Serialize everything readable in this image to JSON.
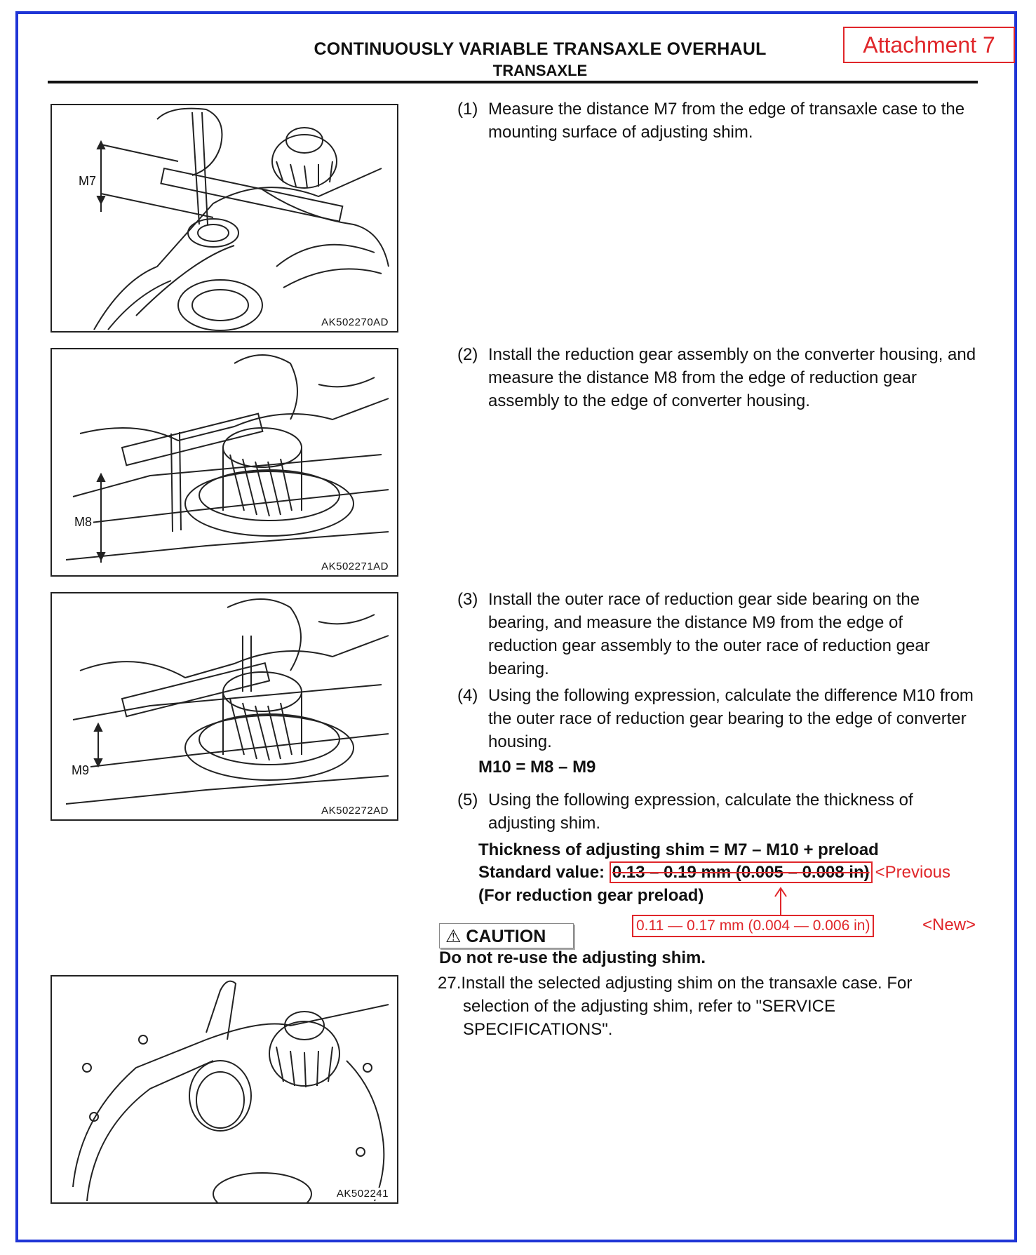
{
  "header": {
    "title": "CONTINUOUSLY VARIABLE TRANSAXLE OVERHAUL",
    "subtitle": "TRANSAXLE",
    "attachment": "Attachment 7"
  },
  "figures": [
    {
      "id": "AK502270AD",
      "label": "M7"
    },
    {
      "id": "AK502271AD",
      "label": "M8"
    },
    {
      "id": "AK502272AD",
      "label": "M9"
    },
    {
      "id": "AK502241",
      "label": ""
    }
  ],
  "steps": [
    {
      "num": "(1)",
      "text": "Measure the distance M7 from the edge of transaxle case to the mounting surface of adjusting shim."
    },
    {
      "num": "(2)",
      "text": "Install the reduction gear assembly on the converter housing, and measure the distance M8 from the edge of reduction gear assembly to the edge of converter housing."
    },
    {
      "num": "(3)",
      "text": "Install the outer race of reduction gear side bearing on the bearing, and measure the distance M9 from the edge of reduction gear assembly to the outer race of reduction gear bearing."
    },
    {
      "num": "(4)",
      "text": "Using the following expression, calculate the difference M10 from the outer race of reduction gear bearing to the edge of converter housing."
    },
    {
      "num": "(5)",
      "text": "Using the following expression, calculate the thickness of adjusting shim."
    }
  ],
  "formula_m10": "M10 = M8 – M9",
  "shim": {
    "thickness_formula": "Thickness of adjusting shim = M7 – M10 + preload",
    "standard_label": "Standard value:",
    "previous_value": "0.13 – 0.19 mm (0.005 – 0.008 in)",
    "previous_tag": "<Previous",
    "note": "(For reduction gear preload)",
    "new_value": "0.11 — 0.17 mm (0.004 — 0.006 in)",
    "new_tag": "<New>"
  },
  "caution": {
    "label": "CAUTION",
    "text": "Do not re-use the adjusting shim."
  },
  "step27": {
    "num": "27.",
    "text": "Install the selected adjusting shim on the transaxle case. For selection of the adjusting shim, refer to \"SERVICE SPECIFICATIONS\"."
  },
  "colors": {
    "frame": "#1f35d6",
    "markup": "#e0262a"
  }
}
